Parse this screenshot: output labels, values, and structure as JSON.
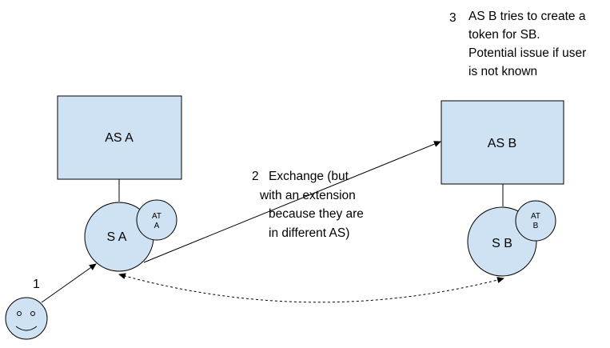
{
  "nodes": {
    "as_a": "AS A",
    "as_b": "AS B",
    "s_a": "S A",
    "s_b": "S B",
    "at_a": [
      "AT",
      "A"
    ],
    "at_b": [
      "AT",
      "B"
    ]
  },
  "steps": {
    "step1": {
      "number": "1"
    },
    "step2": {
      "number": "2",
      "lines": [
        "Exchange (but",
        "with an extension",
        "because they are",
        "in different AS)"
      ]
    },
    "step3": {
      "number": "3",
      "lines": [
        "AS B tries to create a",
        "token for SB.",
        "Potential issue if user",
        "is not known"
      ]
    }
  },
  "colors": {
    "node_fill": "#cfe2f3",
    "stroke": "#000000"
  },
  "icons": {
    "user": "smiley-face-icon"
  }
}
